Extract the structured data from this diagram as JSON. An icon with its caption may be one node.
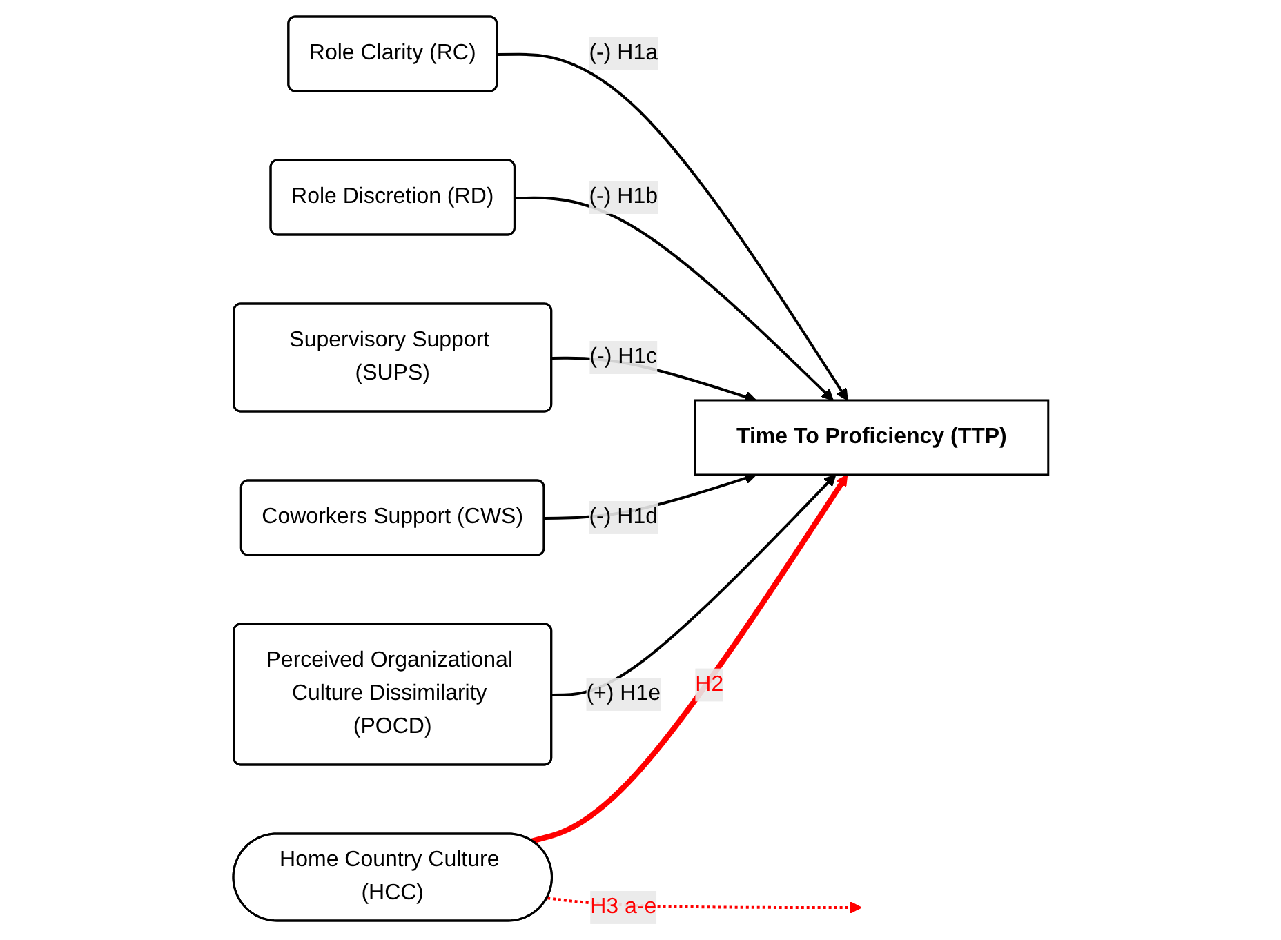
{
  "diagram": {
    "nodes": [
      {
        "text": [
          "Role Clarity (RC)"
        ]
      },
      {
        "text": [
          "Role Discretion (RD)"
        ]
      },
      {
        "text": [
          "Supervisory Support (SUPS)"
        ]
      },
      {
        "text": [
          "Coworkers Support (CWS)"
        ]
      },
      {
        "text": [
          "Perceived Organizational Culture Dissimilarity (POCD)"
        ]
      },
      {
        "text": [
          "Home Country Culture (HCC)"
        ]
      },
      {
        "text": [
          "Time To Proficiency (TTP)"
        ]
      }
    ],
    "edges": [
      {
        "from": 0,
        "to": 6,
        "arrow": "to",
        "label": "(-) H1a"
      },
      {
        "from": 1,
        "to": 6,
        "arrow": "to",
        "label": "(-) H1b"
      },
      {
        "from": 2,
        "to": 6,
        "arrow": "to",
        "label": "(-) H1c"
      },
      {
        "from": 3,
        "to": 6,
        "arrow": "to",
        "label": "(-) H1d"
      },
      {
        "from": 4,
        "to": 6,
        "arrow": "to",
        "label": "(+) H1e"
      },
      {
        "from": 5,
        "to": 6,
        "arrow": "to",
        "label": "H2",
        "style": "thick",
        "color": "#ff0000"
      },
      {
        "from": 5,
        "to": null,
        "arrow": "to",
        "label": "H3 a-e",
        "style": "dashed",
        "color": "#ff0000"
      }
    ]
  }
}
